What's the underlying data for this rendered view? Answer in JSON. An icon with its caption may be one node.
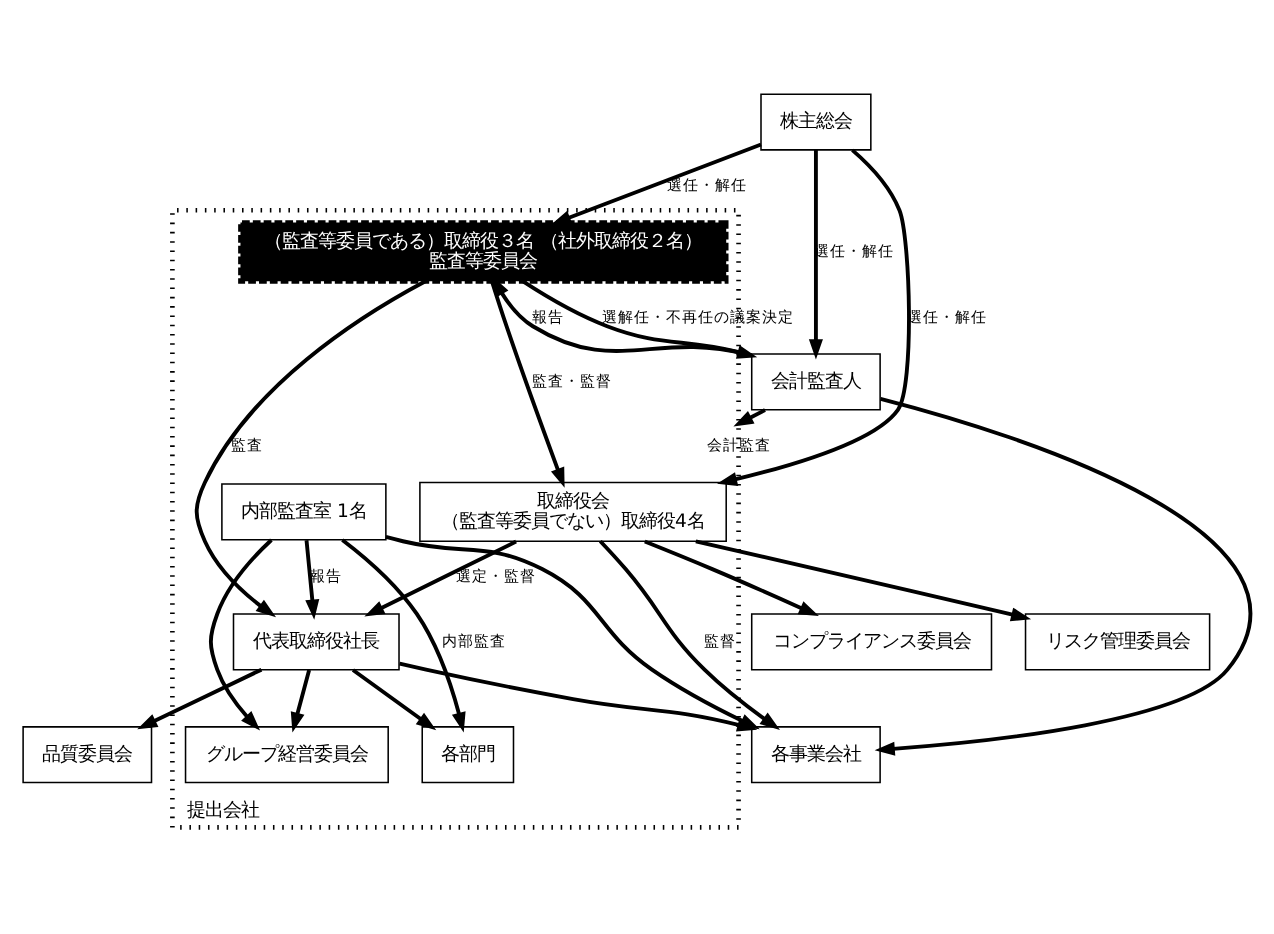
{
  "diagram": {
    "nodes": [
      {
        "text": [
          "株主総会"
        ]
      },
      {
        "text": [
          "提出会社"
        ]
      },
      {
        "text": [
          "取締役会",
          "（監査等委員でない）取締役4名"
        ],
        "in": 1
      },
      {
        "text": [
          "（監査等委員である）取締役３名 （社外取締役２名）",
          "監査等委員会"
        ],
        "in": 1
      },
      {
        "text": [
          "代表取締役社長"
        ],
        "in": 1
      },
      {
        "text": [
          "内部監査室 1名"
        ],
        "in": 1
      },
      {
        "text": [
          "コンプライアンス委員会"
        ]
      },
      {
        "text": [
          "リスク管理委員会"
        ]
      },
      {
        "text": [
          "品質委員会"
        ]
      },
      {
        "text": [
          "グループ経営委員会"
        ],
        "in": 1
      },
      {
        "text": [
          "各部門"
        ],
        "in": 1
      },
      {
        "text": [
          "会計監査人"
        ]
      },
      {
        "text": [
          "各事業会社"
        ]
      }
    ],
    "edges": [
      {
        "from": 0,
        "to": 2,
        "arrow": "to",
        "label": "選任・解任"
      },
      {
        "from": 0,
        "to": 3,
        "arrow": "to",
        "label": "選任・解任"
      },
      {
        "from": 0,
        "to": 11,
        "arrow": "to",
        "label": "選任・解任"
      },
      {
        "from": 3,
        "to": 2,
        "arrow": "to",
        "label": "監査・監督"
      },
      {
        "from": 11,
        "to": 3,
        "arrow": "to",
        "label": "報告"
      },
      {
        "from": 3,
        "to": 11,
        "arrow": "to",
        "label": "選解任・不再任の議案決定"
      },
      {
        "from": 2,
        "to": 4,
        "arrow": "to",
        "label": "選定・監督"
      },
      {
        "from": 3,
        "to": 4,
        "arrow": "to",
        "label": "監査"
      },
      {
        "from": 5,
        "to": 4,
        "arrow": "to",
        "label": "報告"
      },
      {
        "from": 4,
        "to": 8,
        "arrow": "to"
      },
      {
        "from": 2,
        "to": 6,
        "arrow": "to"
      },
      {
        "from": 2,
        "to": 7,
        "arrow": "to"
      },
      {
        "from": 2,
        "to": 12,
        "arrow": "to",
        "label": "監督"
      },
      {
        "from": 4,
        "to": 9,
        "arrow": "to"
      },
      {
        "from": 4,
        "to": 10,
        "arrow": "to"
      },
      {
        "from": 4,
        "to": 12,
        "arrow": "to"
      },
      {
        "from": 5,
        "to": 9,
        "arrow": "to"
      },
      {
        "from": 5,
        "to": 10,
        "arrow": "to",
        "label": "内部監査"
      },
      {
        "from": 5,
        "to": 12,
        "arrow": "to"
      },
      {
        "from": 11,
        "to": 1,
        "arrow": "to",
        "label": "会計監査"
      },
      {
        "from": 11,
        "to": 12,
        "arrow": "to"
      }
    ]
  }
}
